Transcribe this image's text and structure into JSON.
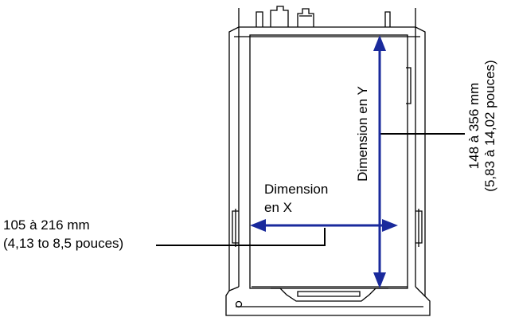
{
  "labels": {
    "dim_x_line1": "Dimension",
    "dim_x_line2": "en X",
    "dim_y": "Dimension en Y",
    "range_x_line1": "105 à 216 mm",
    "range_x_line2": "(4,13 to 8,5 pouces)",
    "range_y_line1": "148 à 356 mm",
    "range_y_line2": "(5,83 à 14,02 pouces)"
  },
  "colors": {
    "arrow": "#1a2a9c",
    "outline": "#000000"
  }
}
